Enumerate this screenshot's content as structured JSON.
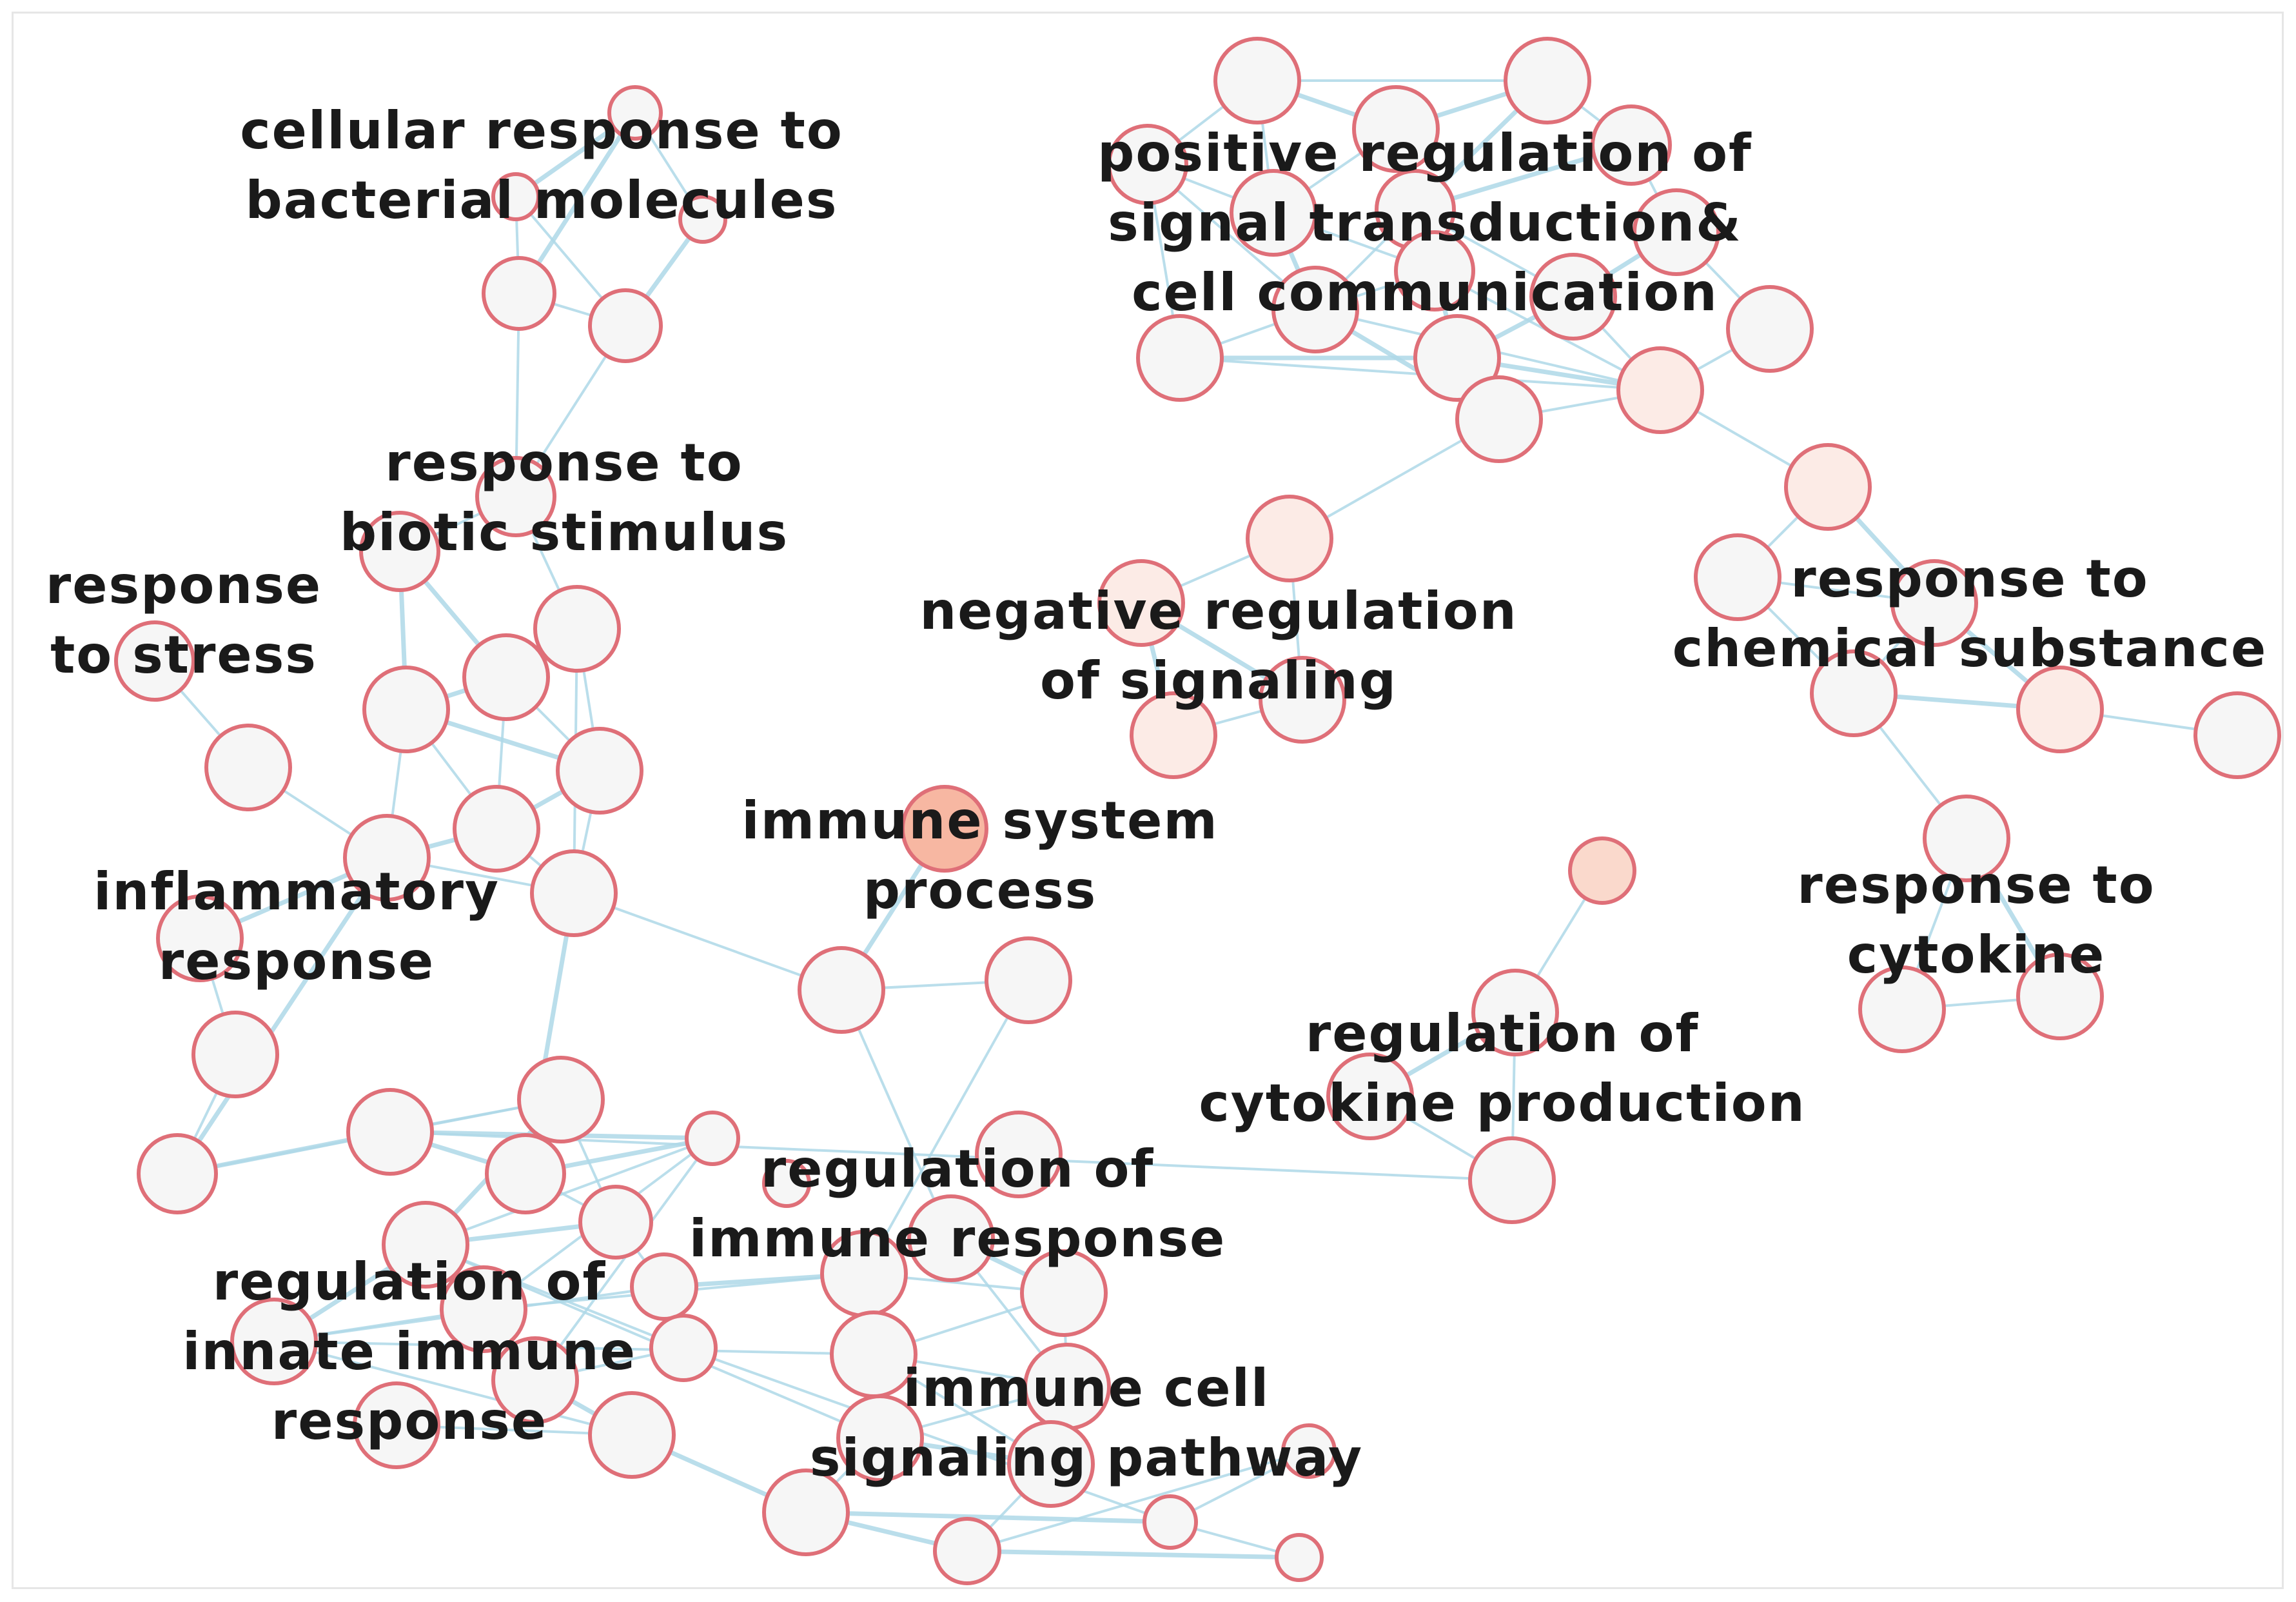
{
  "colors": {
    "edge": "#aed8e8",
    "node_stroke": "#df6f78",
    "node_fill_default": "#f6f6f6",
    "node_fill_light": "#fcebe6",
    "node_fill_medium": "#fad9cc",
    "node_fill_strong": "#f7b7a2",
    "label_text": "#1a1a1a",
    "frame": "#e6e6e6"
  },
  "clusters": [
    {
      "id": "cellular-response-to-bacterial-molecules",
      "lines": [
        "cellular response to",
        "bacterial molecules"
      ]
    },
    {
      "id": "positive-regulation-of-signal-transduction",
      "lines": [
        "positive regulation of",
        "signal transduction&",
        "cell communication"
      ]
    },
    {
      "id": "response-to-biotic-stimulus",
      "lines": [
        "response to",
        "biotic stimulus"
      ]
    },
    {
      "id": "response-to-stress",
      "lines": [
        "response",
        "to stress"
      ]
    },
    {
      "id": "negative-regulation-of-signaling",
      "lines": [
        "negative regulation",
        "of signaling"
      ]
    },
    {
      "id": "response-to-chemical-substance",
      "lines": [
        "response to",
        "chemical substance"
      ]
    },
    {
      "id": "immune-system-process",
      "lines": [
        "immune system",
        "process"
      ]
    },
    {
      "id": "inflammatory-response",
      "lines": [
        "inflammatory",
        "response"
      ]
    },
    {
      "id": "response-to-cytokine",
      "lines": [
        "response to",
        "cytokine"
      ]
    },
    {
      "id": "regulation-of-cytokine-production",
      "lines": [
        "regulation of",
        "cytokine production"
      ]
    },
    {
      "id": "regulation-of-immune-response",
      "lines": [
        "regulation of",
        "immune response"
      ]
    },
    {
      "id": "regulation-of-innate-immune-response",
      "lines": [
        "regulation of",
        "innate immune",
        "response"
      ]
    },
    {
      "id": "immune-cell-signaling-pathway",
      "lines": [
        "immune cell",
        "signaling pathway"
      ]
    }
  ]
}
